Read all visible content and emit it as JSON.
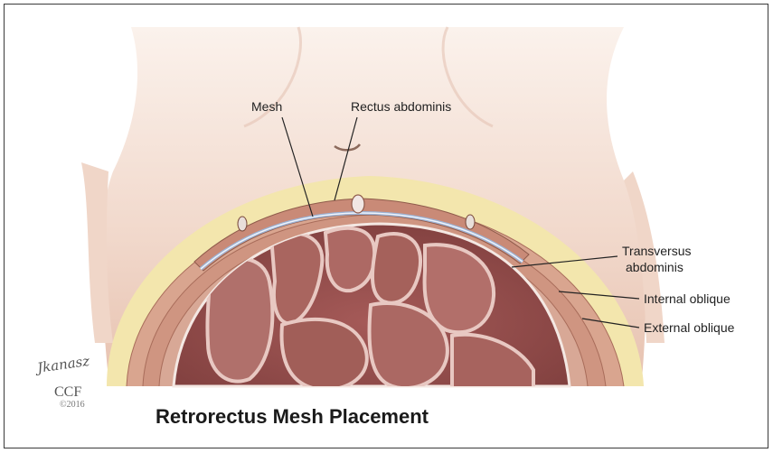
{
  "figure": {
    "title": "Retrorectus Mesh Placement",
    "labels": {
      "mesh": "Mesh",
      "rectus": "Rectus abdominis",
      "transversus_line1": "Transversus",
      "transversus_line2": "abdominis",
      "internal_oblique": "Internal oblique",
      "external_oblique": "External oblique"
    },
    "credit": {
      "signature": "Jkanasz",
      "org": "CCF",
      "copyright": "©2016"
    }
  },
  "colors": {
    "skin": "#f3ddd2",
    "skin_shadow": "#e8c6b6",
    "fat": "#f2e3a6",
    "muscle": "#d49a86",
    "fascia": "#c9d3e4",
    "cavity": "#8e4a48",
    "bowel": "#b87470",
    "bowel_fill": "#9a5654"
  }
}
